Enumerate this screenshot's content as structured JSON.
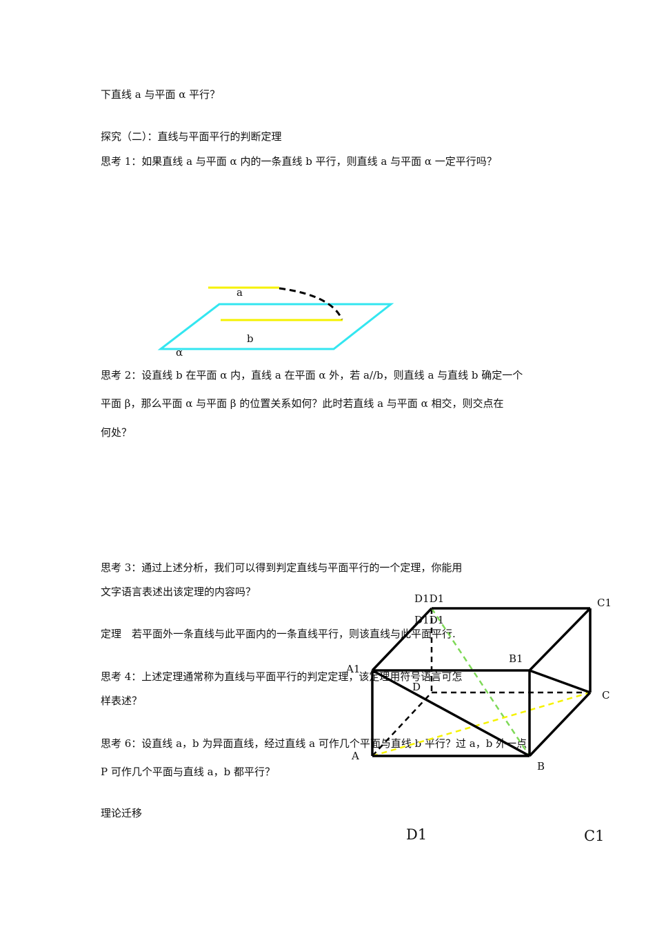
{
  "paragraphs": {
    "p1": "下直线 a 与平面 α 平行？",
    "p2": "探究（二）：直线与平面平行的判断定理",
    "p3": "思考 1：如果直线 a 与平面 α 内的一条直线 b 平行，则直线 a 与平面 α 一定平行吗？",
    "p4": "思考 2：设直线 b 在平面 α 内，直线 a 在平面 α 外，若 a//b，则直线 a 与直线 b 确定一个",
    "p5": "平面 β，那么平面 α 与平面 β 的位置关系如何？此时若直线 a 与平面 α 相交，则交点在",
    "p6": "何处？",
    "p7": "思考 3：通过上述分析，我们可以得到判定直线与平面平行的一个定理，你能用",
    "p8": "文字语言表述出该定理的内容吗？",
    "p9": "定理　若平面外一条直线与此平面内的一条直线平行，则该直线与此平面平行.",
    "p10": "思考 4：上述定理通常称为直线与平面平行的判定定理，该定理用符号语言可怎",
    "p11": "样表述？",
    "p12": "思考 6：设直线 a，b 为异面直线，经过直线 a 可作几个平面与直线 b 平行？过 a，b 外一点",
    "p13": "P 可作几个平面与直线 a，b 都平行？",
    "p14": "理论迁移"
  },
  "figure1": {
    "label_a": "a",
    "label_b": "b",
    "label_alpha": "α",
    "colors": {
      "plane": "#33e6f0",
      "lines": "#f5f200",
      "dashed": "#000000"
    }
  },
  "figure2": {
    "label_D1_top": "D1D1",
    "label_D1_second": "D1D1",
    "label_C1": "C1",
    "label_B1": "B1",
    "label_A1": "A1",
    "label_D": "D",
    "label_C": "C",
    "label_A": "A",
    "label_B": "B",
    "colors": {
      "edges": "#000000",
      "diag_green": "#7ed957",
      "diag_yellow": "#f5f200"
    }
  },
  "bottom_labels": {
    "d1": "D1",
    "c1": "C1"
  }
}
